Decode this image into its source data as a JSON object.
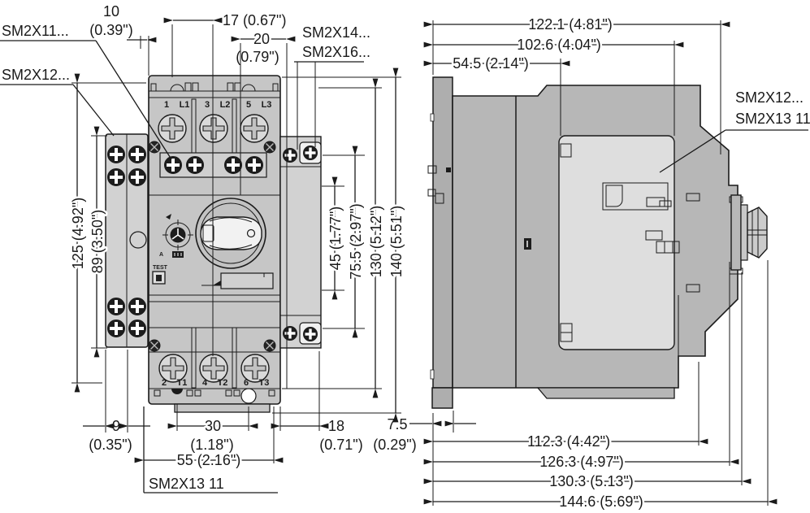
{
  "drawing": {
    "front": {
      "labels": {
        "sm2x11": "SM2X11...",
        "sm2x12": "SM2X12...",
        "sm2x14": "SM2X14...",
        "sm2x16": "SM2X16...",
        "sm2x13": "SM2X13 11"
      },
      "terminals_top": [
        {
          "n": "1",
          "p": "L1"
        },
        {
          "n": "3",
          "p": "L2"
        },
        {
          "n": "5",
          "p": "L3"
        }
      ],
      "terminals_bottom": [
        {
          "n": "2",
          "p": "T1"
        },
        {
          "n": "4",
          "p": "T2"
        },
        {
          "n": "6",
          "p": "T3"
        }
      ],
      "test": "TEST",
      "dial": "A",
      "dims": {
        "w10_mm": "10",
        "w10_in": "(0.39\")",
        "w17": "17 (0.67\")",
        "w20_mm": "20",
        "w20_in": "(0.79\")",
        "h125": "125 (4.92\")",
        "h89": "89 (3.50\")",
        "h45": "45 (1.77\")",
        "h75": "75.5 (2.97\")",
        "h130": "130 (5.12\")",
        "h140": "140 (5.51\")",
        "w9_mm": "9",
        "w9_in": "(0.35\")",
        "w30_mm": "30",
        "w30_in": "(1.18\")",
        "w18_mm": "18",
        "w18_in": "(0.71\")",
        "w55": "55 (2.16\")"
      }
    },
    "side": {
      "labels": {
        "sm2x12": "SM2X12...",
        "sm2x13": "SM2X13 11"
      },
      "dims": {
        "w122": "122.1 (4.81\")",
        "w102": "102.6 (4.04\")",
        "w54": "54.5 (2.14\")",
        "w7_mm": "7.5",
        "w7_in": "(0.29\")",
        "w112": "112.3 (4.42\")",
        "w126": "126.3 (4.97\")",
        "w130": "130.3 (5.13\")",
        "w144": "144.6 (5.69\")"
      }
    },
    "colors": {
      "line": "#1a1a1a",
      "front_body": "#c6c6c6",
      "side_body": "#b7b7b7",
      "panel": "#dedede",
      "accessory": "#d2d2d2",
      "knob_handle": "#f2f2f2"
    }
  }
}
